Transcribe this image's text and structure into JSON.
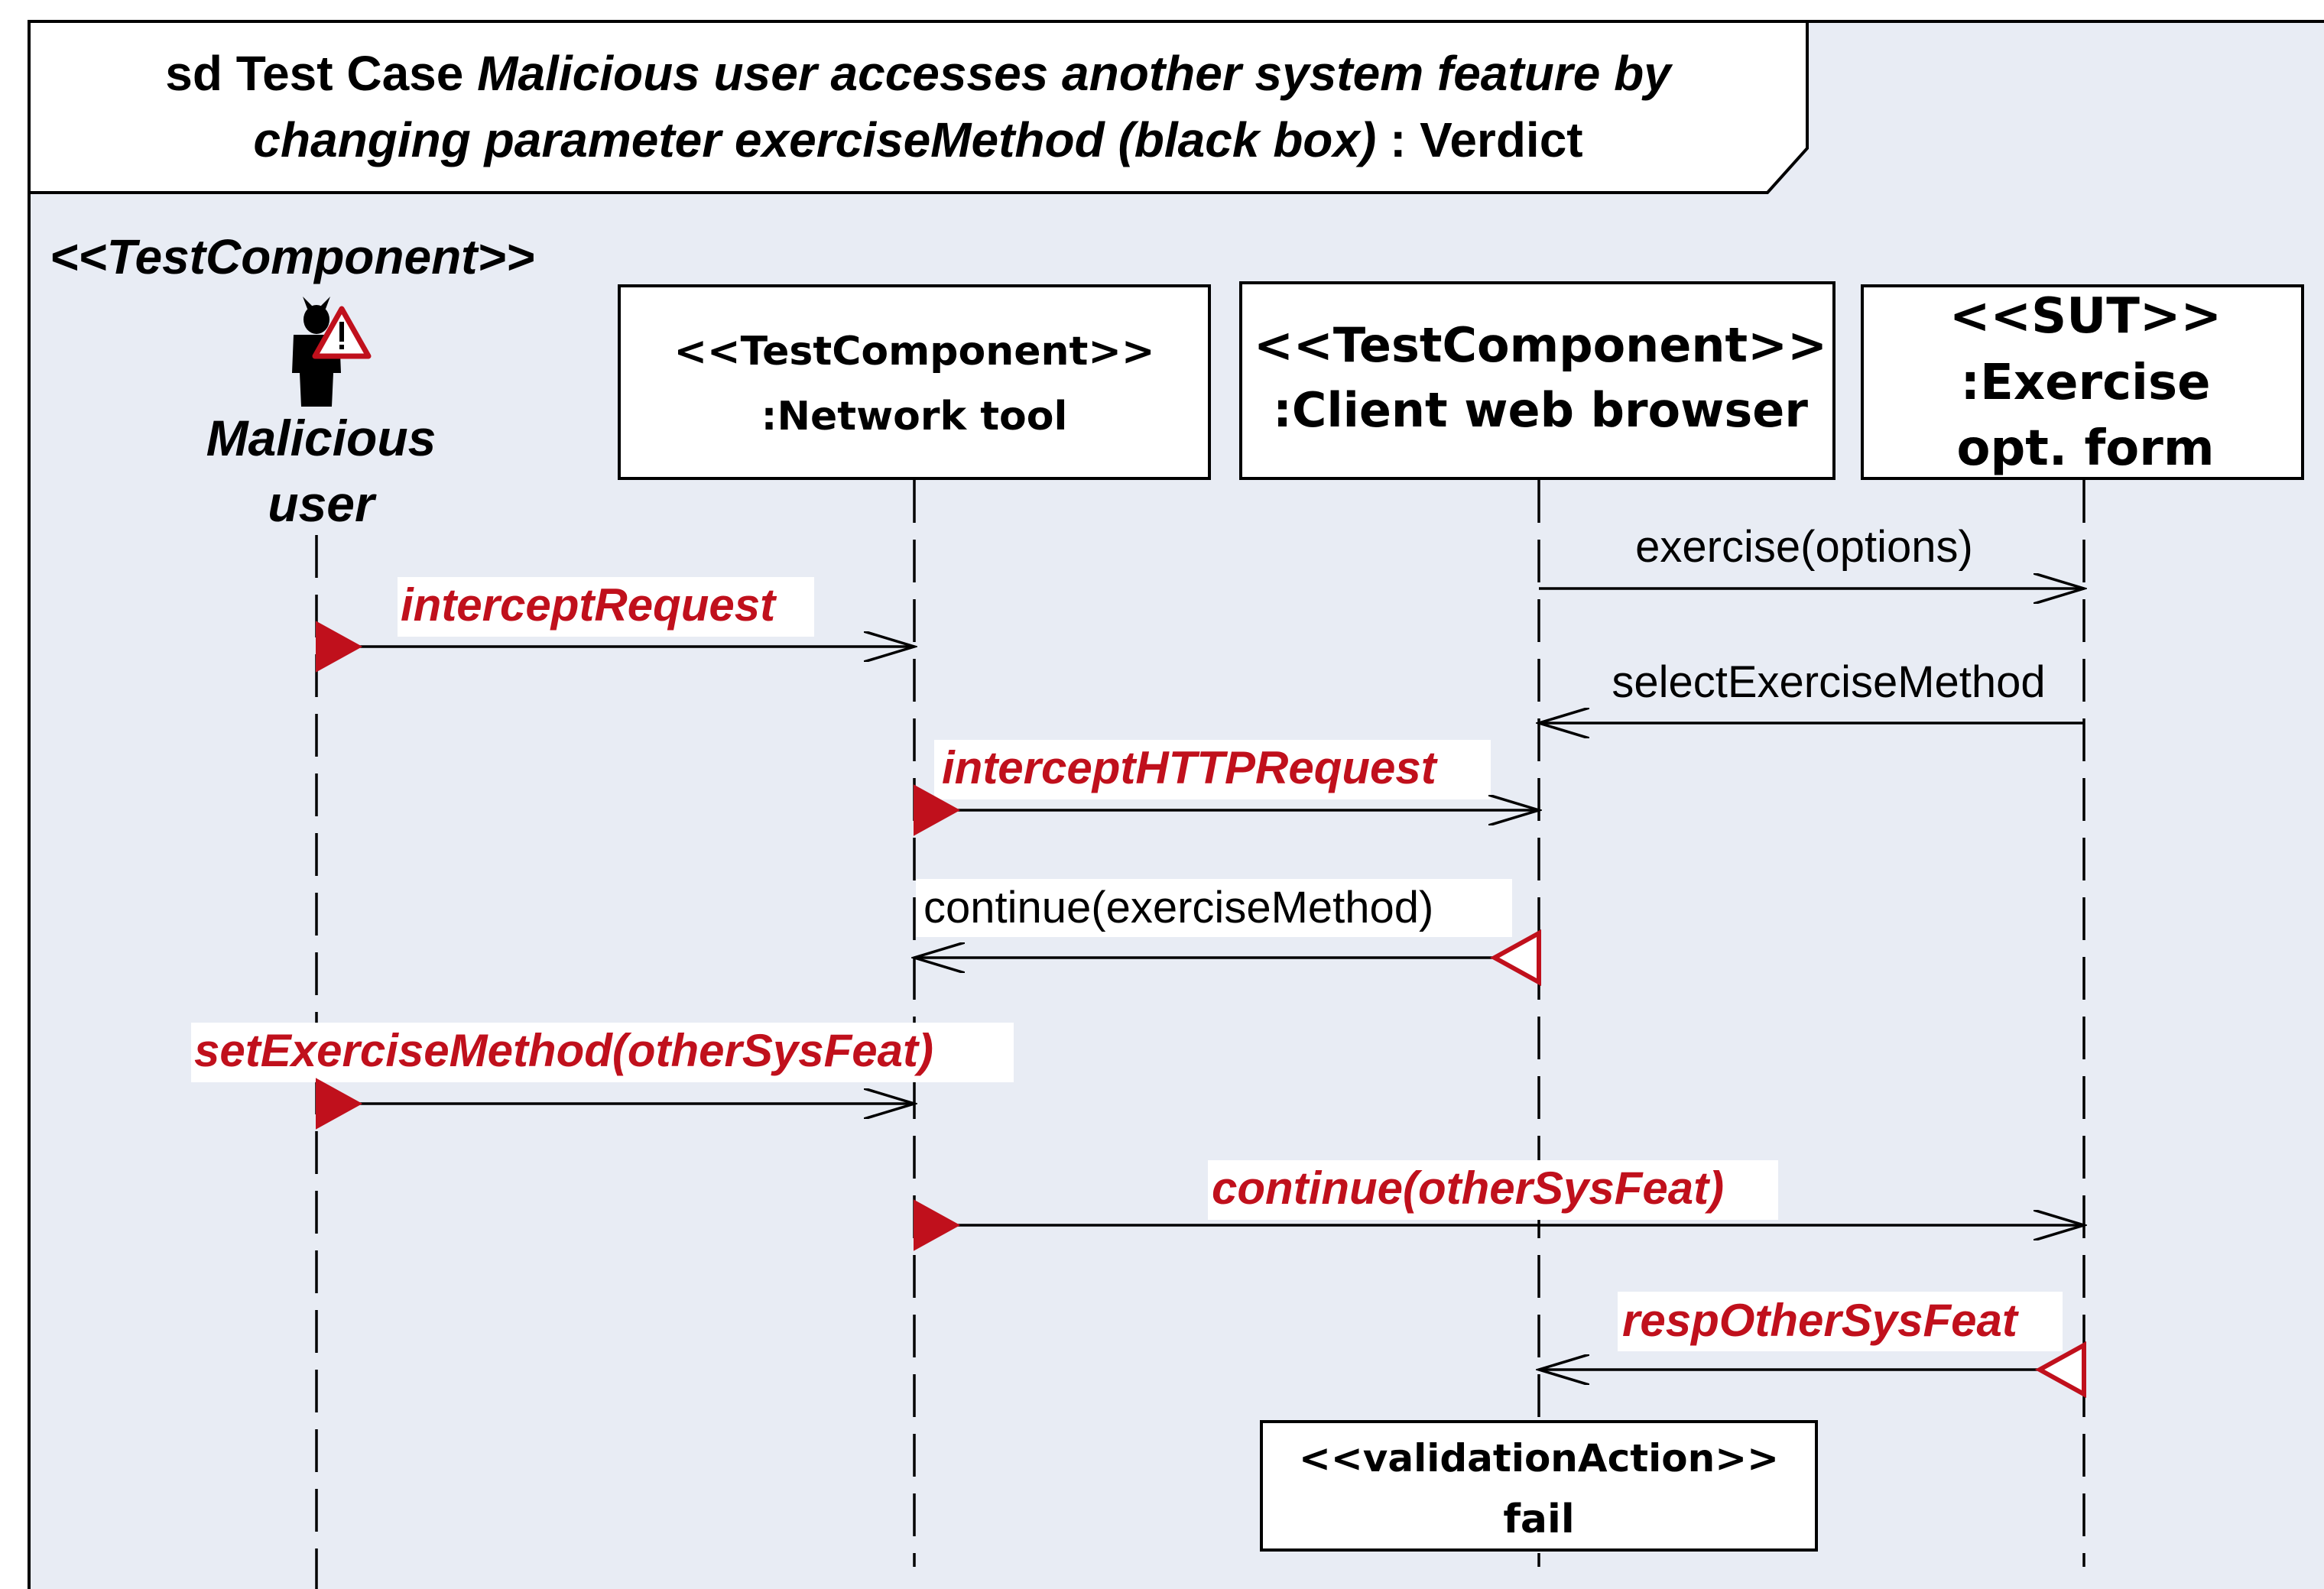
{
  "frame": {
    "title_prefix": "sd Test Case",
    "title_line1_italic": "Malicious user accesses another system feature by",
    "title_line2_italic": "changing parameter exerciseMethod (black box)",
    "title_suffix": ": Verdict",
    "background_color": "#e8ecf4"
  },
  "lifelines": {
    "malicious": {
      "stereotype": "<<TestComponent>>",
      "name_line1": "Malicious",
      "name_line2": "user",
      "icon": "malicious-user-icon"
    },
    "network_tool": {
      "stereotype": "<<TestComponent>>",
      "name": ":Network tool"
    },
    "client_browser": {
      "stereotype": "<<TestComponent>>",
      "name": ":Client web browser"
    },
    "exercise_form": {
      "stereotype": "<<SUT>>",
      "name_line1": ":Exercise",
      "name_line2": "opt. form"
    }
  },
  "messages": [
    {
      "label": "exercise(options)",
      "from": "client_browser",
      "to": "exercise_form",
      "style": "normal"
    },
    {
      "label": "interceptRequest",
      "from": "malicious",
      "to": "network_tool",
      "style": "attack"
    },
    {
      "label": "selectExerciseMethod",
      "from": "exercise_form",
      "to": "client_browser",
      "style": "normal"
    },
    {
      "label": "interceptHTTPRequest",
      "from": "network_tool",
      "to": "client_browser",
      "style": "attack"
    },
    {
      "label": "continue(exerciseMethod)",
      "from": "client_browser",
      "to": "network_tool",
      "style": "observed"
    },
    {
      "label": "setExerciseMethod(otherSysFeat)",
      "from": "malicious",
      "to": "network_tool",
      "style": "attack"
    },
    {
      "label": "continue(otherSysFeat)",
      "from": "network_tool",
      "to": "exercise_form",
      "style": "attack"
    },
    {
      "label": "respOtherSysFeat",
      "from": "exercise_form",
      "to": "client_browser",
      "style": "attack-observed"
    }
  ],
  "validation_action": {
    "stereotype": "<<validationAction>>",
    "verdict": "fail"
  },
  "colors": {
    "attack_red": "#c0101c",
    "line": "#000000",
    "box_fill": "#ffffff"
  }
}
